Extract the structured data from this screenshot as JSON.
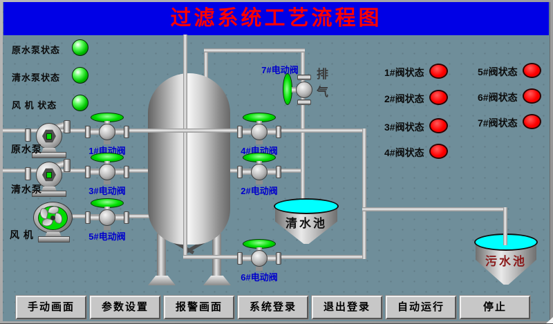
{
  "colors": {
    "background": "#6f8e9a",
    "title_bg": "#0000e6",
    "title_text": "#ff0000",
    "led_on": "#00dd00",
    "valve_open": "#00dd00",
    "valve_status_off": "#ff0000",
    "valve_label": "#0000cc",
    "water": "#00ffff",
    "sewage_label": "#8b1a1a",
    "button_bg": "#c7c7c7"
  },
  "title": {
    "text": "过滤系统工艺流程图"
  },
  "status_panel": {
    "items": [
      {
        "label": "原水泵状态",
        "state": "on"
      },
      {
        "label": "清水泵状态",
        "state": "on"
      },
      {
        "label": "风 机 状态",
        "state": "on"
      }
    ]
  },
  "equipment": {
    "raw_pump_label": "原水泵",
    "clean_pump_label": "清水泵",
    "fan_label": "风 机",
    "exhaust_label": "排气",
    "clean_pool_label": "清水池",
    "sewage_pool_label": "污水池"
  },
  "valves": [
    {
      "label": "1#电动阀",
      "state": "open"
    },
    {
      "label": "2#电动阀",
      "state": "open"
    },
    {
      "label": "3#电动阀",
      "state": "open"
    },
    {
      "label": "4#电动阀",
      "state": "open"
    },
    {
      "label": "5#电动阀",
      "state": "open"
    },
    {
      "label": "6#电动阀",
      "state": "open"
    },
    {
      "label": "7#电动阀",
      "state": "open"
    }
  ],
  "valve_status": [
    {
      "label": "1#阀状态",
      "state": "off"
    },
    {
      "label": "2#阀状态",
      "state": "off"
    },
    {
      "label": "3#阀状态",
      "state": "off"
    },
    {
      "label": "4#阀状态",
      "state": "off"
    },
    {
      "label": "5#阀状态",
      "state": "off"
    },
    {
      "label": "6#阀状态",
      "state": "off"
    },
    {
      "label": "7#阀状态",
      "state": "off"
    }
  ],
  "buttons": [
    {
      "label": "手动画面"
    },
    {
      "label": "参数设置"
    },
    {
      "label": "报警画面"
    },
    {
      "label": "系统登录"
    },
    {
      "label": "退出登录"
    },
    {
      "label": "自动运行"
    },
    {
      "label": "停止"
    }
  ]
}
